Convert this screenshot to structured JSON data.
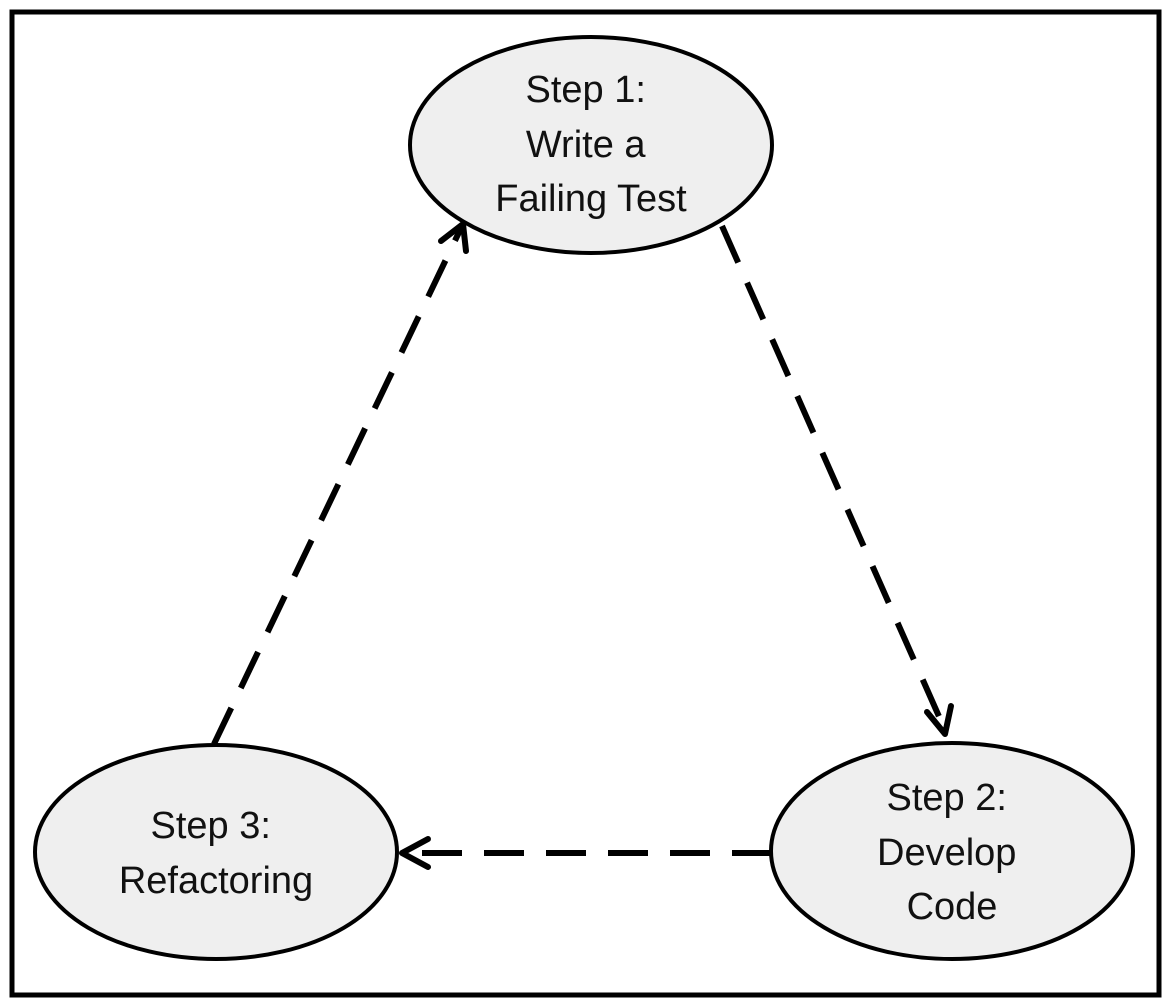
{
  "diagram": {
    "nodes": [
      {
        "id": "step1",
        "lines": [
          "Step 1:",
          "Write a",
          "Failing Test"
        ]
      },
      {
        "id": "step2",
        "lines": [
          "Step 2:",
          "Develop",
          "Code"
        ]
      },
      {
        "id": "step3",
        "lines": [
          "Step 3:",
          "Refactoring"
        ]
      }
    ],
    "edges": [
      {
        "from": "step1",
        "to": "step2",
        "style": "dashed",
        "arrow": "end"
      },
      {
        "from": "step2",
        "to": "step3",
        "style": "dashed",
        "arrow": "end"
      },
      {
        "from": "step3",
        "to": "step1",
        "style": "dashed",
        "arrow": "end"
      }
    ]
  },
  "colors": {
    "node_fill": "#efefef",
    "stroke": "#000000",
    "text": "#111111",
    "background": "#ffffff"
  }
}
